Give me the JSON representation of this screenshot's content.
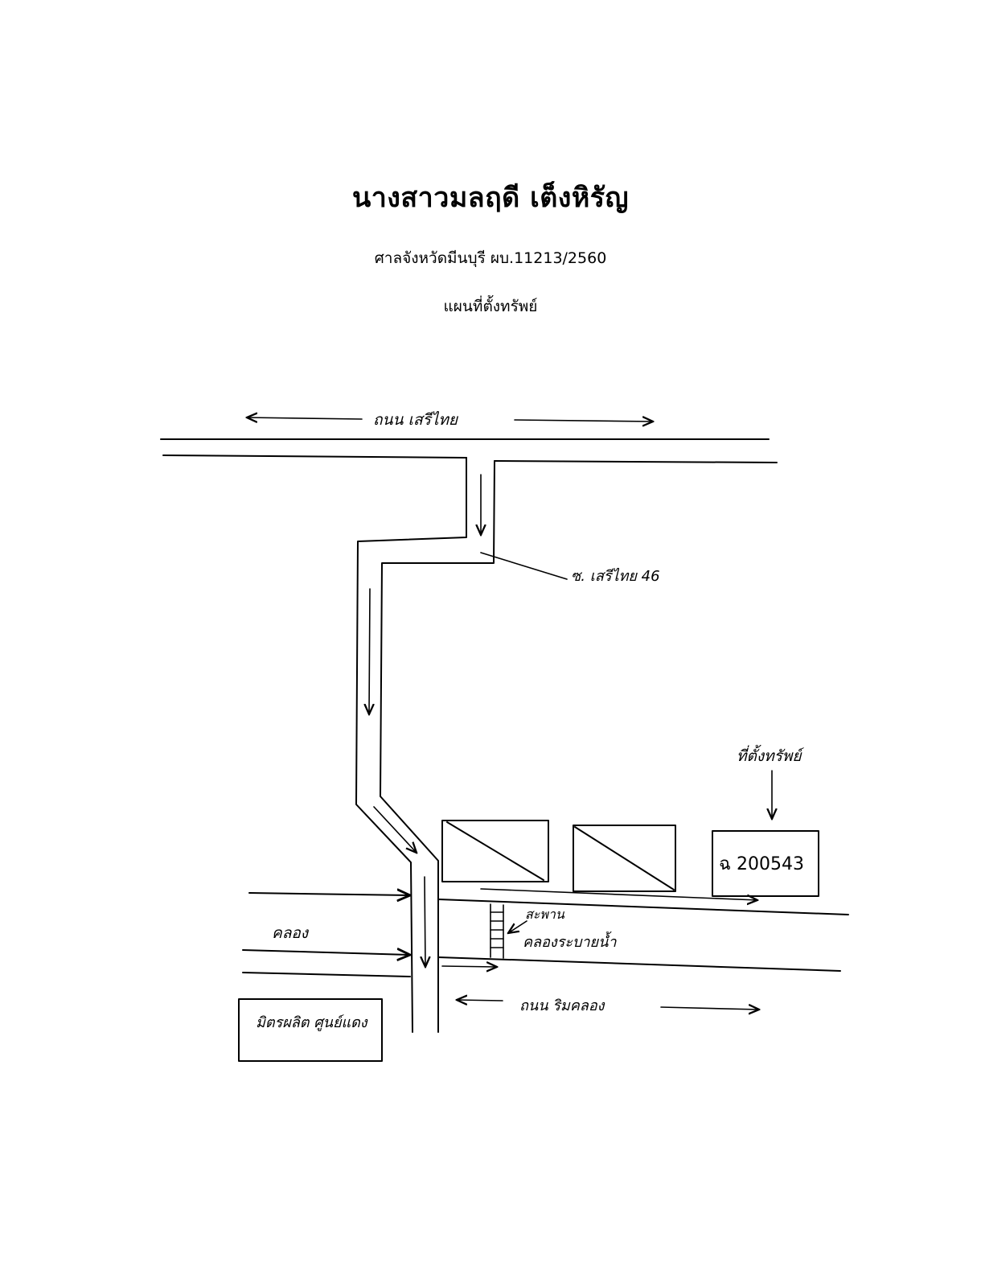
{
  "header": {
    "owner_name": "นางสาวมลฤดี เต็งหิรัญ",
    "court_case": "ศาลจังหวัดมีนบุรี ผบ.11213/2560",
    "map_title": "แผนที่ตั้งทรัพย์"
  },
  "map": {
    "labels": {
      "top_road": "ถนน เสรีไทย",
      "soi": "ซ. เสรีไทย 46",
      "property_marker": "ที่ตั้งทรัพย์",
      "property_deed": "ฉ 200543",
      "canal": "คลอง",
      "bridge": "สะพาน",
      "drainage_canal": "คลองระบายน้ำ",
      "canal_road": "ถนน ริมคลอง",
      "shop": "มิตรผลิต ศูนย์แดง"
    }
  }
}
